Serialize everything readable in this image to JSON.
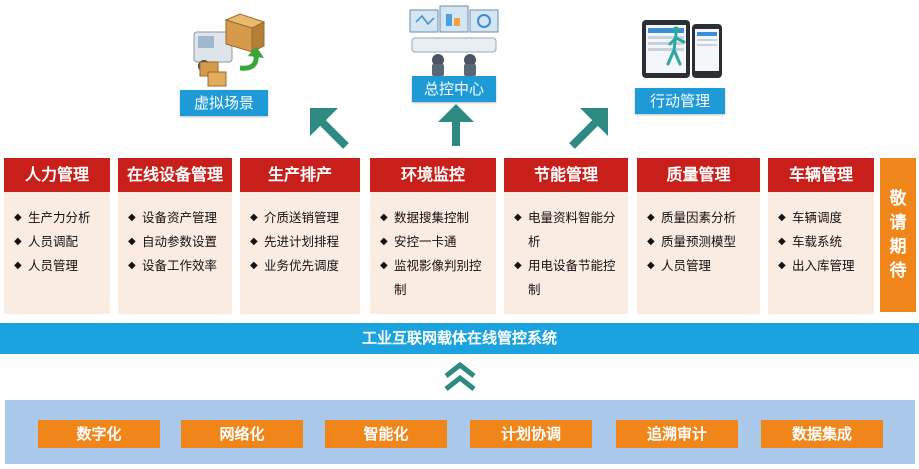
{
  "top": {
    "virtual": {
      "label": "虚拟场景",
      "icon": "delivery-truck-boxes-icon"
    },
    "control": {
      "label": "总控中心",
      "icon": "monitoring-room-icon"
    },
    "mobile": {
      "label": "行动管理",
      "icon": "tablet-phone-icon"
    }
  },
  "modules": [
    {
      "title": "人力管理",
      "items": [
        "生产力分析",
        "人员调配",
        "人员管理"
      ]
    },
    {
      "title": "在线设备管理",
      "items": [
        "设备资产管理",
        "自动参数设置",
        "设备工作效率"
      ]
    },
    {
      "title": "生产排产",
      "items": [
        "介质送销管理",
        "先进计划排程",
        "业务优先调度"
      ]
    },
    {
      "title": "环境监控",
      "items": [
        "数据搜集控制",
        "安控一卡通",
        "监视影像判别控制"
      ]
    },
    {
      "title": "节能管理",
      "items": [
        "电量资料智能分析",
        "用电设备节能控制"
      ]
    },
    {
      "title": "质量管理",
      "items": [
        "质量因素分析",
        "质量预测模型",
        "人员管理"
      ]
    },
    {
      "title": "车辆管理",
      "items": [
        "车辆调度",
        "车载系统",
        "出入库管理"
      ]
    }
  ],
  "side_note": [
    "敬",
    "请",
    "期",
    "待"
  ],
  "system_bar": "工业互联网载体在线管控系统",
  "bottom": [
    "数字化",
    "网络化",
    "智能化",
    "计划协调",
    "追溯审计",
    "数据集成"
  ],
  "colors": {
    "module_header": "#c81f1a",
    "module_body": "#fbece2",
    "orange": "#f08519",
    "blue": "#1aa3df",
    "label_blue": "#1e9ad6",
    "arrow_teal": "#2e8b84",
    "bottom_panel": "#a9c8ea"
  }
}
